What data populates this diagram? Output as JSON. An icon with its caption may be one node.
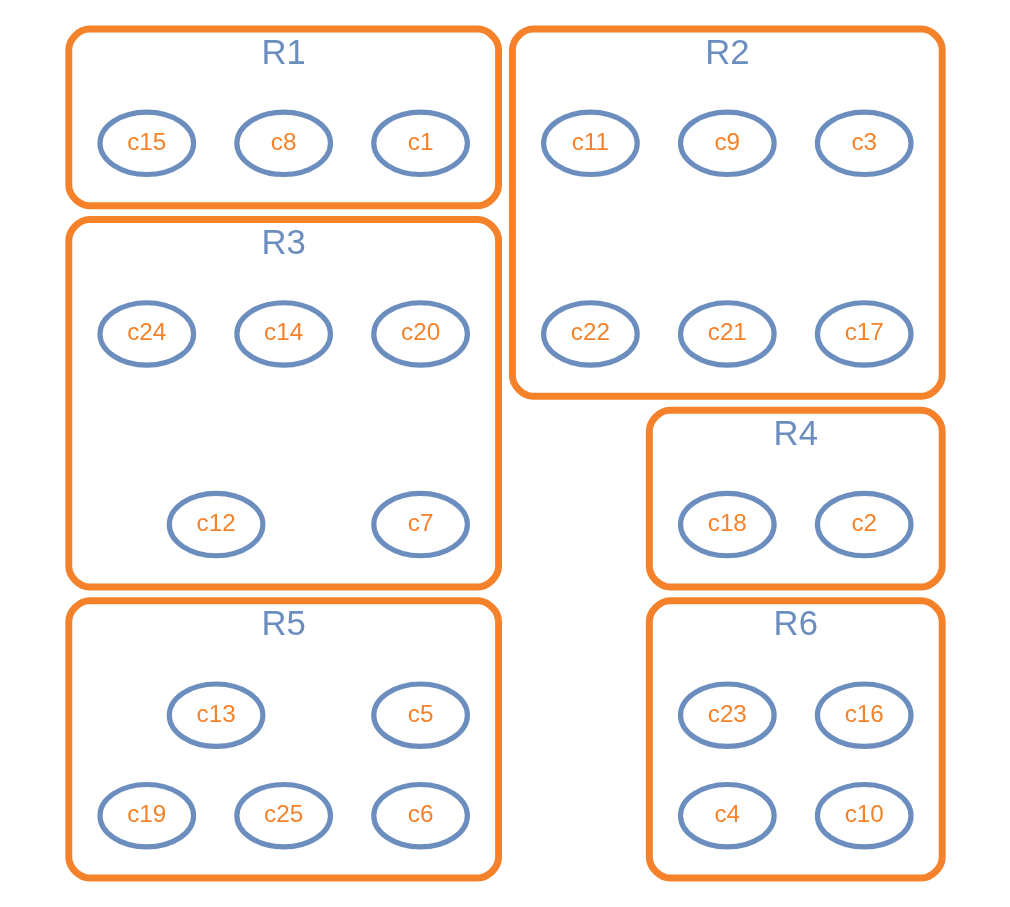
{
  "diagram": {
    "nodes": [
      {
        "text": [
          "R1"
        ]
      },
      {
        "text": [
          "c1"
        ],
        "in": 0
      },
      {
        "text": [
          "c8"
        ],
        "in": 0
      },
      {
        "text": [
          "c15"
        ],
        "in": 0
      },
      {
        "text": [
          "R2"
        ]
      },
      {
        "text": [
          "c3"
        ],
        "in": 4
      },
      {
        "text": [
          "c9"
        ],
        "in": 4
      },
      {
        "text": [
          "c11"
        ],
        "in": 4
      },
      {
        "text": [
          "c17"
        ],
        "in": 4
      },
      {
        "text": [
          "c21"
        ],
        "in": 4
      },
      {
        "text": [
          "c22"
        ],
        "in": 4
      },
      {
        "text": [
          "R3"
        ]
      },
      {
        "text": [
          "c20"
        ],
        "in": 11
      },
      {
        "text": [
          "c14"
        ],
        "in": 11
      },
      {
        "text": [
          "c24"
        ],
        "in": 11
      },
      {
        "text": [
          "c7"
        ],
        "in": 11
      },
      {
        "text": [
          "c12"
        ],
        "in": 11
      },
      {
        "text": [
          "R4"
        ]
      },
      {
        "text": [
          "c2"
        ],
        "in": 17
      },
      {
        "text": [
          "c18"
        ],
        "in": 17
      },
      {
        "text": [
          "R5"
        ]
      },
      {
        "text": [
          "c5"
        ],
        "in": 20
      },
      {
        "text": [
          "c13"
        ],
        "in": 20
      },
      {
        "text": [
          "c6"
        ],
        "in": 20
      },
      {
        "text": [
          "c25"
        ],
        "in": 20
      },
      {
        "text": [
          "c19"
        ],
        "in": 20
      },
      {
        "text": [
          "R6"
        ]
      },
      {
        "text": [
          "c16"
        ],
        "in": 26
      },
      {
        "text": [
          "c23"
        ],
        "in": 26
      },
      {
        "text": [
          "c10"
        ],
        "in": 26
      },
      {
        "text": [
          "c4"
        ],
        "in": 26
      }
    ],
    "edges": []
  }
}
